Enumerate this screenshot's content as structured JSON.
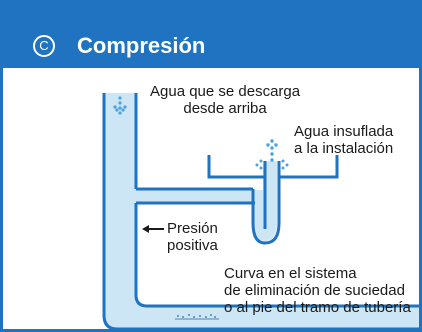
{
  "header": {
    "badge": "C",
    "title": "Compresión"
  },
  "labels": {
    "discharge": [
      "Agua que se descarga",
      "desde arriba"
    ],
    "blown_out": [
      "Agua insuflada",
      "a la instalación"
    ],
    "pressure": [
      "Presión",
      "positiva"
    ],
    "curve": [
      "Curva en el sistema",
      "de eliminación de suciedad",
      "o al pie del tramo de tubería"
    ]
  },
  "icons": {
    "down_flow": "arrow-down-dotted-icon",
    "up_flow": "arrow-up-dotted-icon",
    "pressure_arrow": "arrow-left-icon"
  },
  "colors": {
    "brand": "#1f73c0",
    "water": "#cde6f6",
    "pipe": "#1f73c0"
  }
}
